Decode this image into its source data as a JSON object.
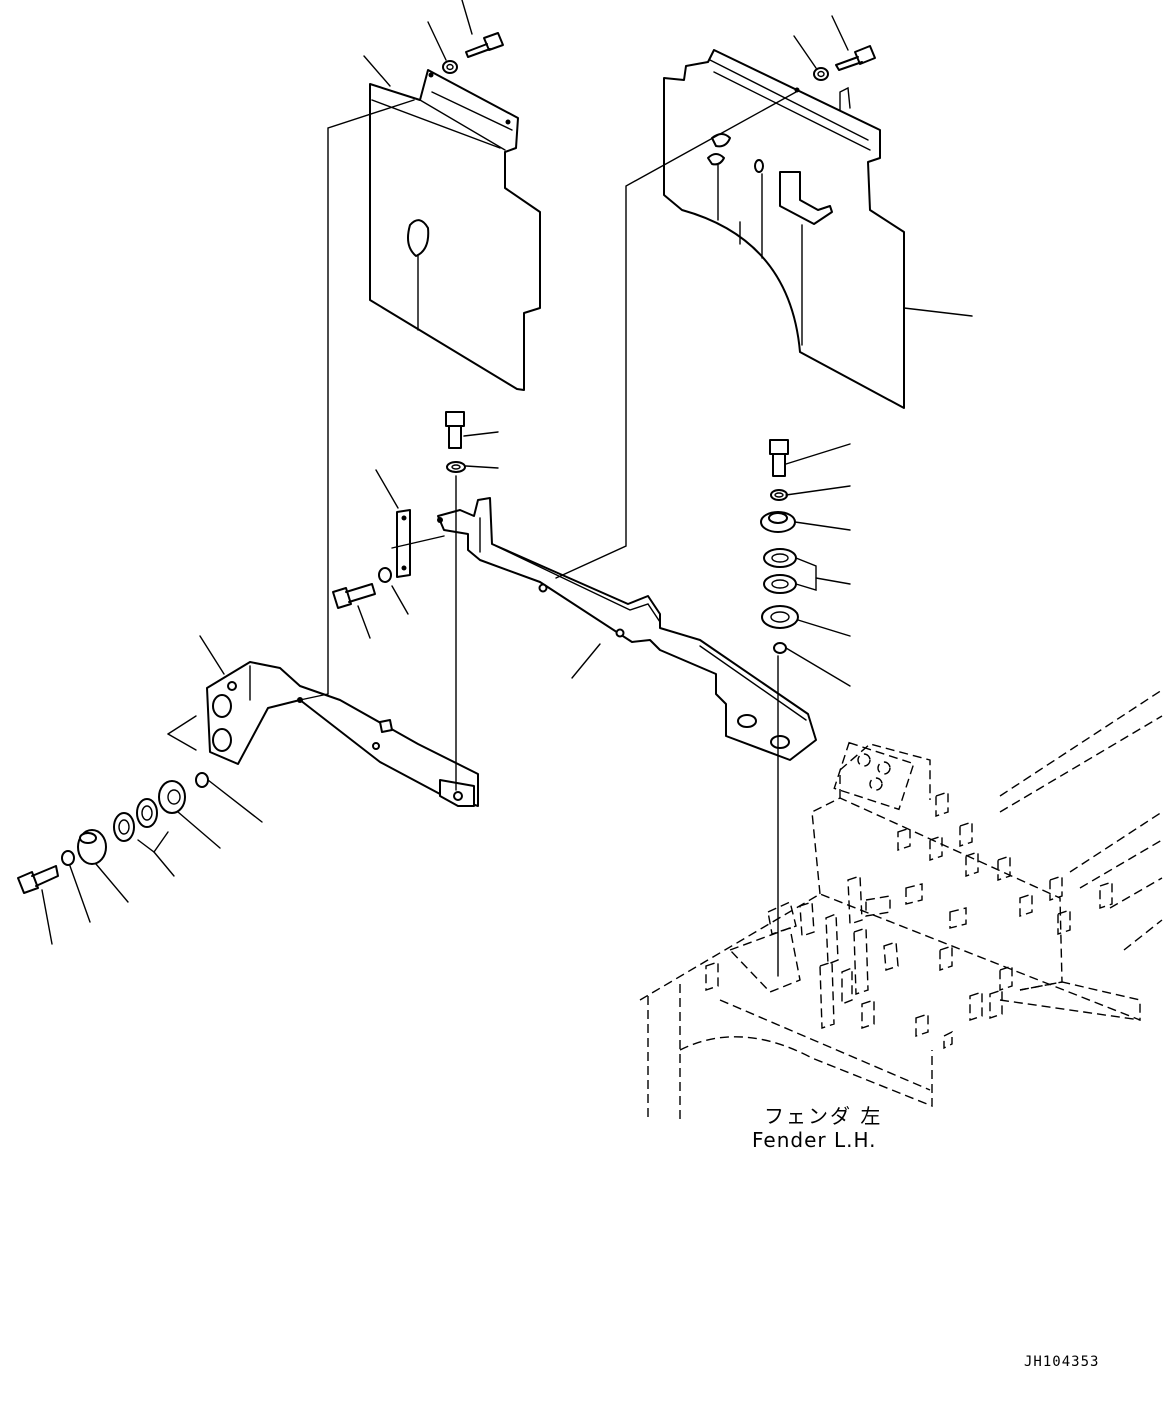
{
  "labels": {
    "fender_jp": "フェンダ 左",
    "fender_en": "Fender L.H.",
    "drawing_code": "JH104353"
  }
}
